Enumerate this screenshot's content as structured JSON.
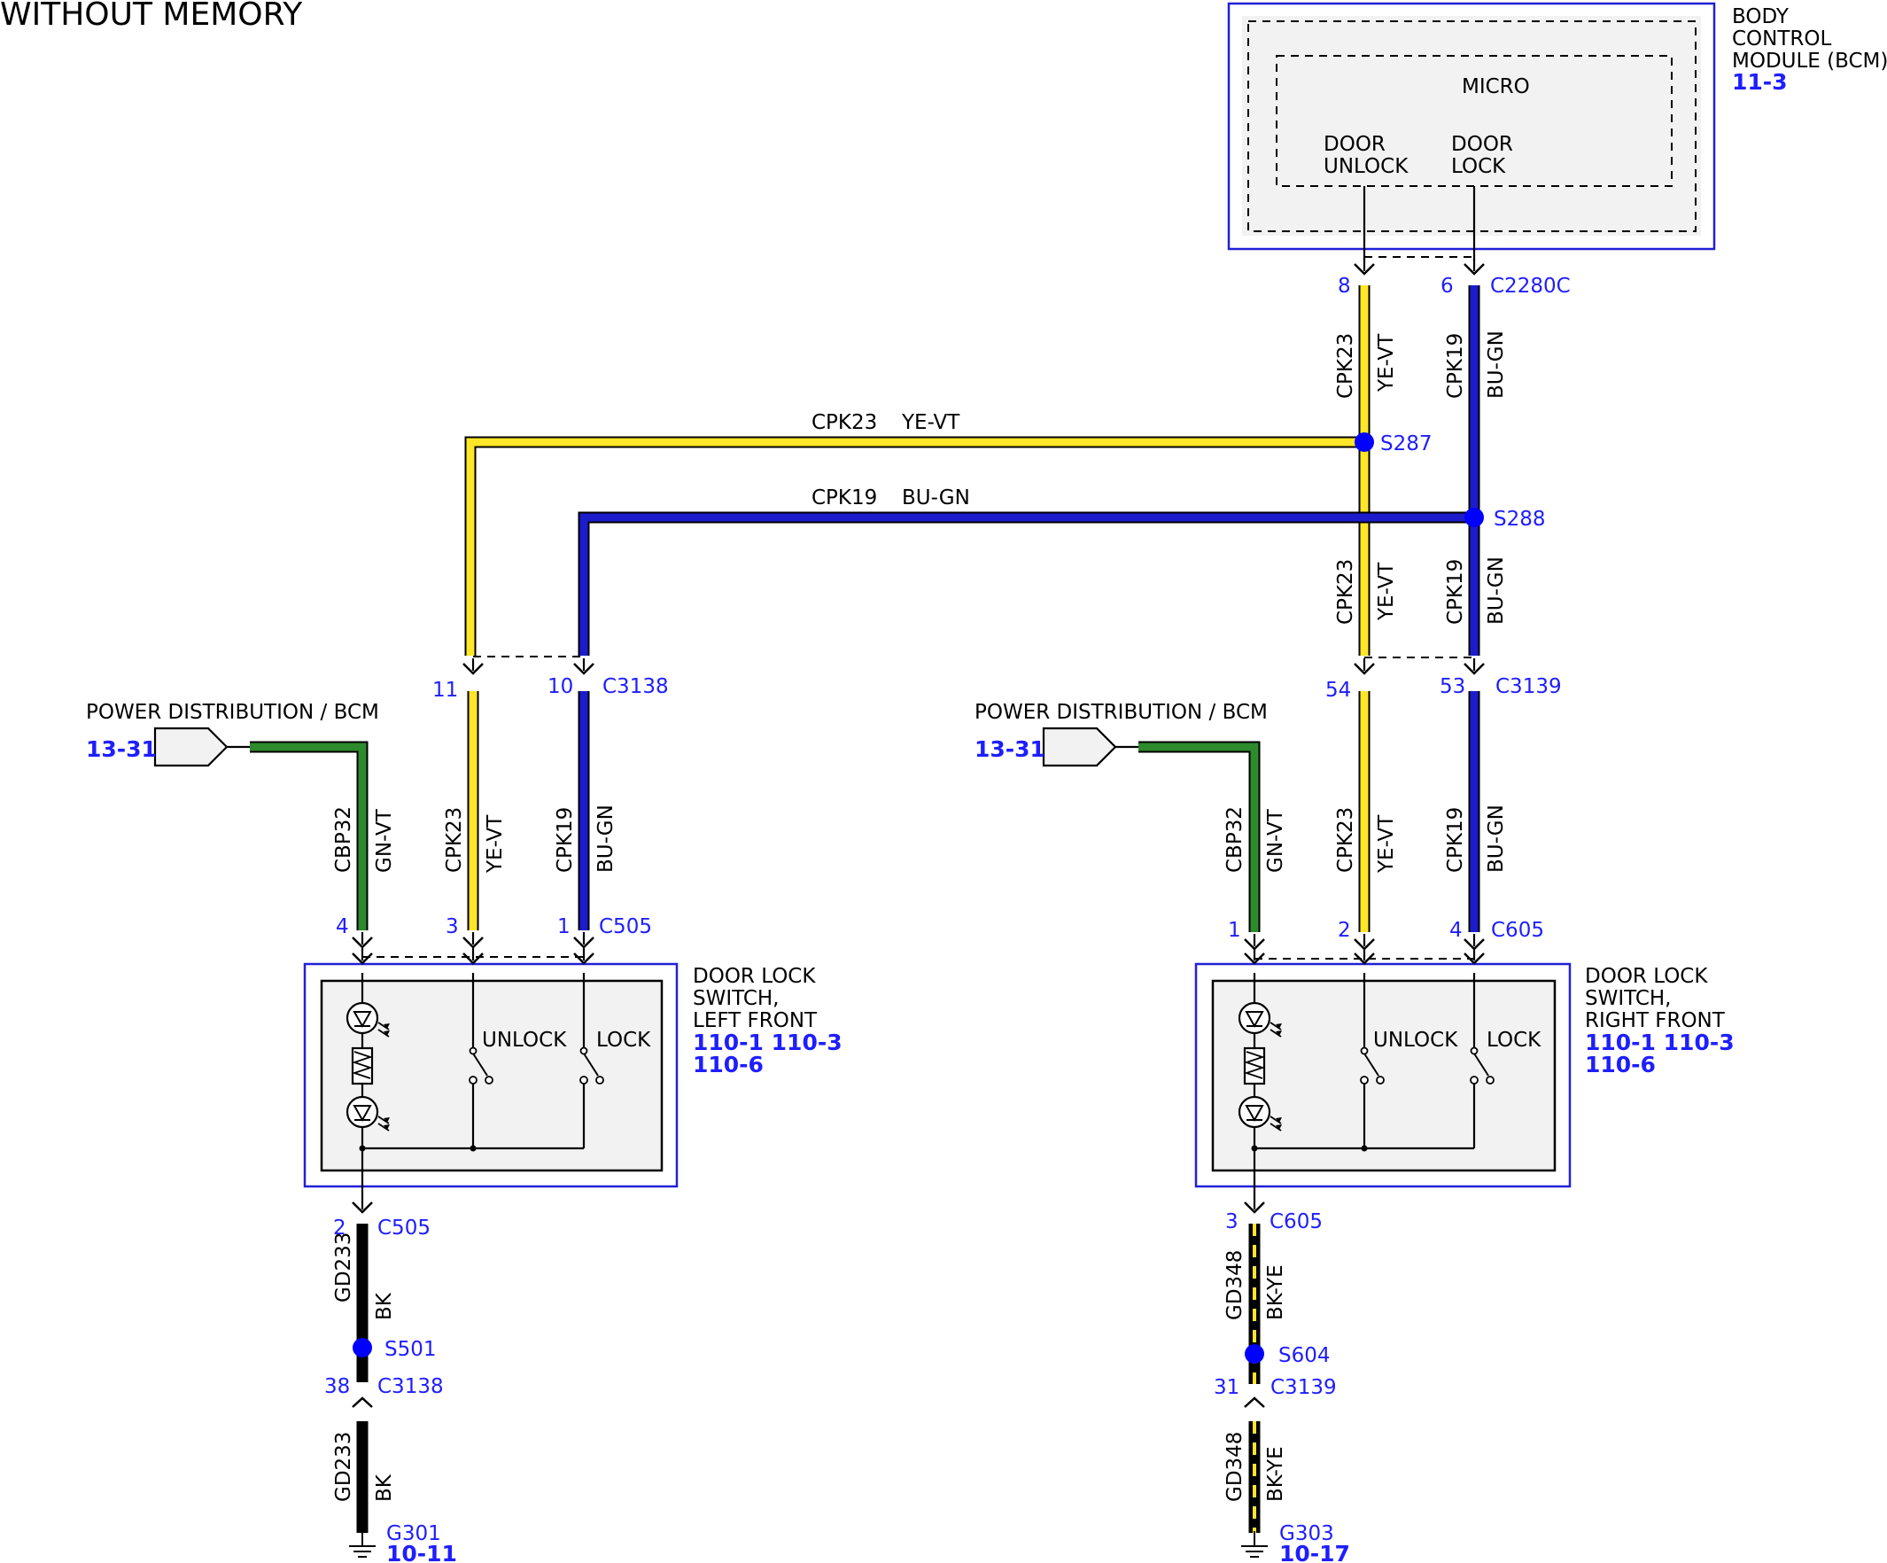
{
  "page_title": "WITHOUT MEMORY",
  "bcm": {
    "name_lines": [
      "BODY",
      "CONTROL",
      "MODULE (BCM)"
    ],
    "ref": "11-3",
    "micro_label": "MICRO",
    "unlock_lines": [
      "DOOR",
      "UNLOCK"
    ],
    "lock_lines": [
      "DOOR",
      "LOCK"
    ],
    "connector": "C2280C",
    "pin_unlock": "8",
    "pin_lock": "6"
  },
  "wires": {
    "yellow": {
      "circuit": "CPK23",
      "color": "YE-VT"
    },
    "blue": {
      "circuit": "CPK19",
      "color": "BU-GN"
    },
    "green": {
      "circuit": "CBP32",
      "color": "GN-VT"
    },
    "black": {
      "circuit": "GD233",
      "color": "BK"
    },
    "black_yellow": {
      "circuit": "GD348",
      "color": "BK-YE"
    }
  },
  "splices": {
    "s287": "S287",
    "s288": "S288",
    "s501": "S501",
    "s604": "S604"
  },
  "colors": {
    "yellow_wire": "#ffe628",
    "blue_wire": "#1c1ccc",
    "green_wire": "#2d8a2d",
    "black_wire": "#000000",
    "splice_dot": "#0000ff",
    "link_text": "#1e1eff",
    "module_border": "#2020d8"
  },
  "left": {
    "power_label": "POWER DISTRIBUTION / BCM",
    "power_ref": "13-31",
    "harness_connector": "C3138",
    "harness_pin_yellow": "11",
    "harness_pin_blue": "10",
    "switch_connector": "C505",
    "pin_green": "4",
    "pin_yellow": "3",
    "pin_blue": "1",
    "switch_name_lines": [
      "DOOR LOCK",
      "SWITCH,",
      "LEFT FRONT"
    ],
    "switch_refs_line1": "110-1 110-3",
    "switch_refs_line2": "110-6",
    "unlock_label": "UNLOCK",
    "lock_label": "LOCK",
    "ground_pin": "2",
    "ground_connector": "C505",
    "lower_pin": "38",
    "lower_connector": "C3138",
    "ground_name": "G301",
    "ground_ref": "10-11"
  },
  "right": {
    "power_label": "POWER DISTRIBUTION / BCM",
    "power_ref": "13-31",
    "harness_connector": "C3139",
    "harness_pin_yellow": "54",
    "harness_pin_blue": "53",
    "switch_connector": "C605",
    "pin_green": "1",
    "pin_yellow": "2",
    "pin_blue": "4",
    "switch_name_lines": [
      "DOOR LOCK",
      "SWITCH,",
      "RIGHT FRONT"
    ],
    "switch_refs_line1": "110-1 110-3",
    "switch_refs_line2": "110-6",
    "unlock_label": "UNLOCK",
    "lock_label": "LOCK",
    "ground_pin": "3",
    "ground_connector": "C605",
    "lower_pin": "31",
    "lower_connector": "C3139",
    "ground_name": "G303",
    "ground_ref": "10-17"
  }
}
